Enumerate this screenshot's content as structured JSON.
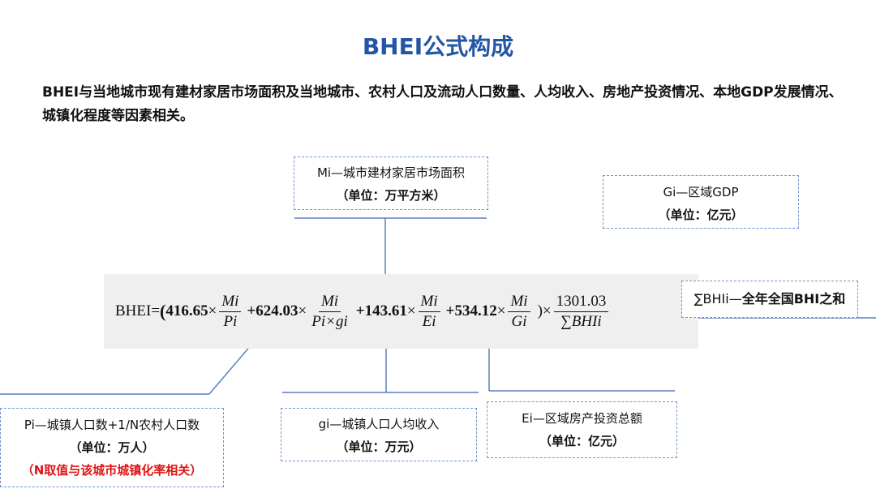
{
  "title": "BHEI公式构成",
  "description": "BHEI与当地城市现有建材家居市场面积及当地城市、农村人口及流动人口数量、人均收入、房地产投资情况、本地GDP发展情况、城镇化程度等因素相关。",
  "boxes": {
    "mi": {
      "line1": "Mi—城市建材家居市场面积",
      "line2": "（单位：万平方米）"
    },
    "gi_gdp": {
      "line1": "Gi—区域GDP",
      "line2": "（单位：亿元）"
    },
    "sum": {
      "prefix": "∑BHIi—",
      "bold": "全年全国BHI之和"
    },
    "pi": {
      "line1": "Pi—城镇人口数+1/N农村人口数",
      "line2": "（单位：万人）",
      "line3": "（N取值与该城市城镇化率相关）"
    },
    "gi_income": {
      "line1": "gi—城镇人口人均收入",
      "line2": "（单位：万元）"
    },
    "ei": {
      "line1": "Ei—区域房产投资总额",
      "line2": "（单位：亿元）"
    }
  },
  "formula": {
    "lhs": "BHEI=",
    "open": "(",
    "c1": "416.65",
    "c2": "+624.03",
    "c3": "+143.61",
    "c4": "+534.12",
    "times": "×",
    "close": ")×",
    "f1": {
      "num": "Mi",
      "den": "Pi"
    },
    "f2": {
      "num": "Mi",
      "den": "Pi×gi"
    },
    "f3": {
      "num": "Mi",
      "den": "Ei"
    },
    "f4": {
      "num": "Mi",
      "den": "Gi"
    },
    "f5": {
      "num": "1301.03",
      "den": "∑BHIi"
    }
  },
  "colors": {
    "title": "#2456a6",
    "box_border": "#6f95c9",
    "connector": "#5b7fc0",
    "formula_bg": "#efefef",
    "note_red": "#e01515"
  }
}
